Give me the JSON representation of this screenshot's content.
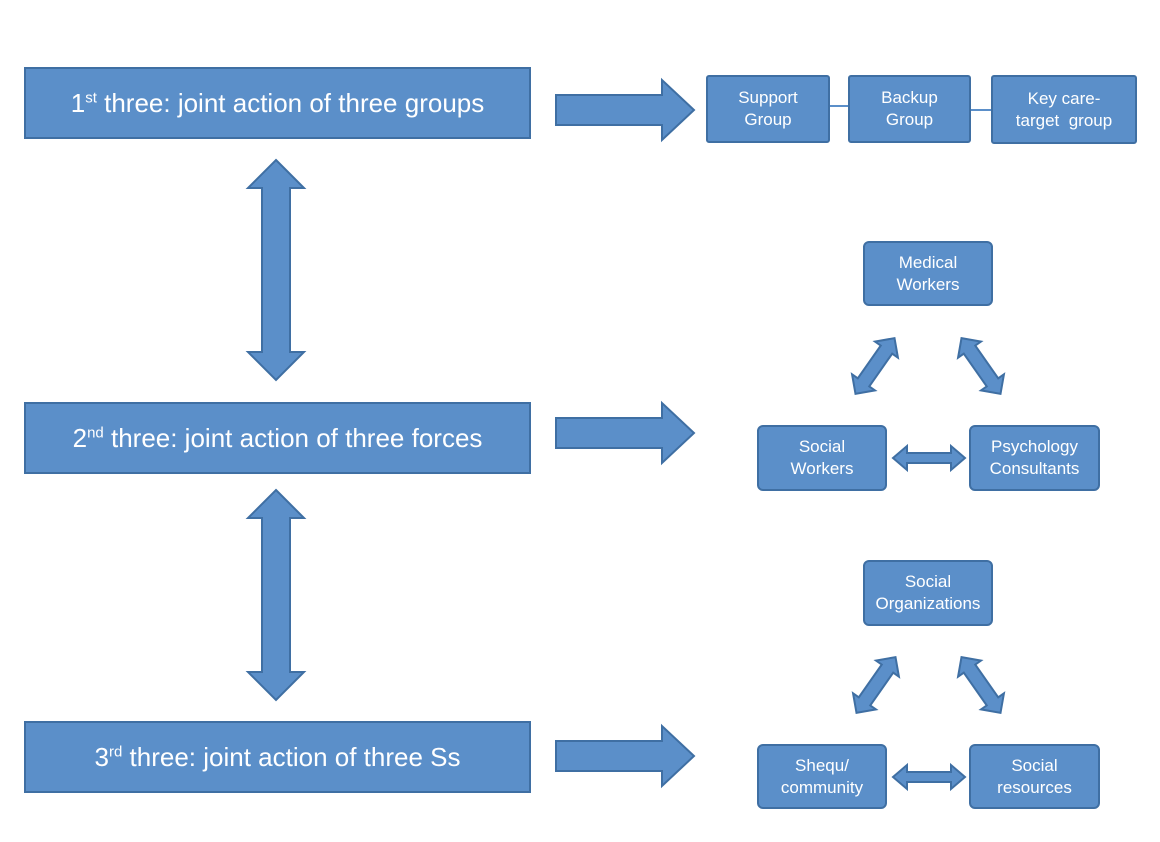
{
  "rows": [
    {
      "ordinal": "1",
      "suffix": "st",
      "text": " three: joint action of three groups"
    },
    {
      "ordinal": "2",
      "suffix": "nd",
      "text": " three: joint action of three forces"
    },
    {
      "ordinal": "3",
      "suffix": "rd",
      "text": " three: joint action of three Ss"
    }
  ],
  "groups": {
    "support": [
      "Support",
      "Group"
    ],
    "backup": [
      "Backup",
      "Group"
    ],
    "key": [
      "Key care-",
      "target  group"
    ]
  },
  "forces": {
    "medical": [
      "Medical",
      "Workers"
    ],
    "social_workers": [
      "Social",
      "Workers"
    ],
    "psychology": [
      "Psychology",
      "Consultants"
    ]
  },
  "ss": {
    "organizations": [
      "Social",
      "Organizations"
    ],
    "shequ": [
      "Shequ/",
      "community"
    ],
    "resources": [
      "Social",
      "resources"
    ]
  }
}
